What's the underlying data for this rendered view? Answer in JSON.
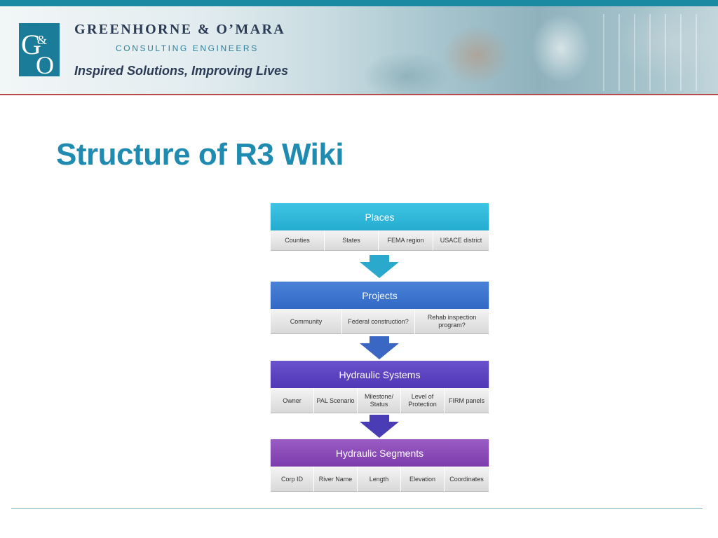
{
  "header": {
    "logo_text": "G&O",
    "company_name": "GREENHORNE & O’MARA",
    "subtitle": "CONSULTING ENGINEERS",
    "tagline": "Inspired Solutions, Improving Lives"
  },
  "slide": {
    "title": "Structure of R3 Wiki"
  },
  "diagram": {
    "levels": [
      {
        "title": "Places",
        "items": [
          "Counties",
          "States",
          "FEMA region",
          "USACE district"
        ]
      },
      {
        "title": "Projects",
        "items": [
          "Community",
          "Federal construction?",
          "Rehab inspection program?"
        ]
      },
      {
        "title": "Hydraulic Systems",
        "items": [
          "Owner",
          "PAL Scenario",
          "Milestone/ Status",
          "Level of Protection",
          "FIRM panels"
        ]
      },
      {
        "title": "Hydraulic Segments",
        "items": [
          "Corp ID",
          "River Name",
          "Length",
          "Elevation",
          "Coordinates"
        ]
      }
    ]
  },
  "colors": {
    "title": "#1f8bb0",
    "places": "#2bb6d8",
    "projects": "#3a73cf",
    "hydraulic_systems": "#5a41c0",
    "hydraulic_segments": "#8a48b8",
    "banner_stripe": "#1a8aa3"
  }
}
